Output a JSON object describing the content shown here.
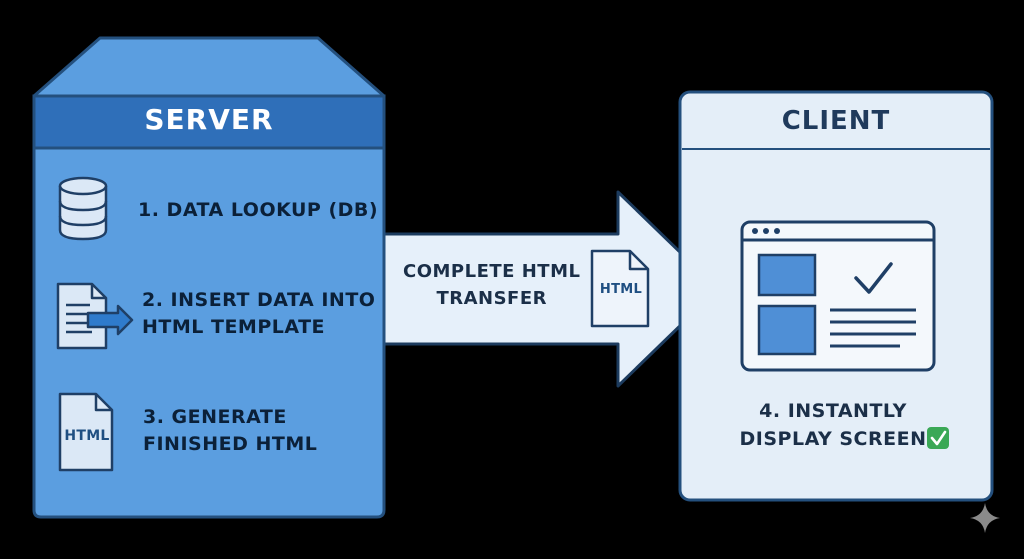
{
  "server": {
    "title": "SERVER",
    "steps": [
      {
        "label": "1. DATA LOOKUP (DB)",
        "icon": "database-icon"
      },
      {
        "label": "2. INSERT DATA INTO\nHTML TEMPLATE",
        "icon": "document-arrow-icon"
      },
      {
        "label": "3. GENERATE\nFINISHED HTML",
        "icon": "html-file-icon",
        "icon_text": "HTML"
      }
    ]
  },
  "transfer": {
    "label": "COMPLETE HTML\nTRANSFER",
    "icon": "html-file-icon",
    "icon_text": "HTML"
  },
  "client": {
    "title": "CLIENT",
    "step": {
      "label": "4. INSTANTLY\nDISPLAY SCREEN",
      "icon": "check-badge-icon"
    },
    "screen_icon": "browser-window-icon"
  },
  "colors": {
    "background": "#000000",
    "server_fill": "#5b9ee0",
    "server_header": "#2f6fb9",
    "client_fill": "#e4eef8",
    "arrow_fill": "#e6f0fa",
    "outline": "#24507e",
    "check_green": "#3aa856"
  },
  "watermark_icon": "sparkle-icon"
}
